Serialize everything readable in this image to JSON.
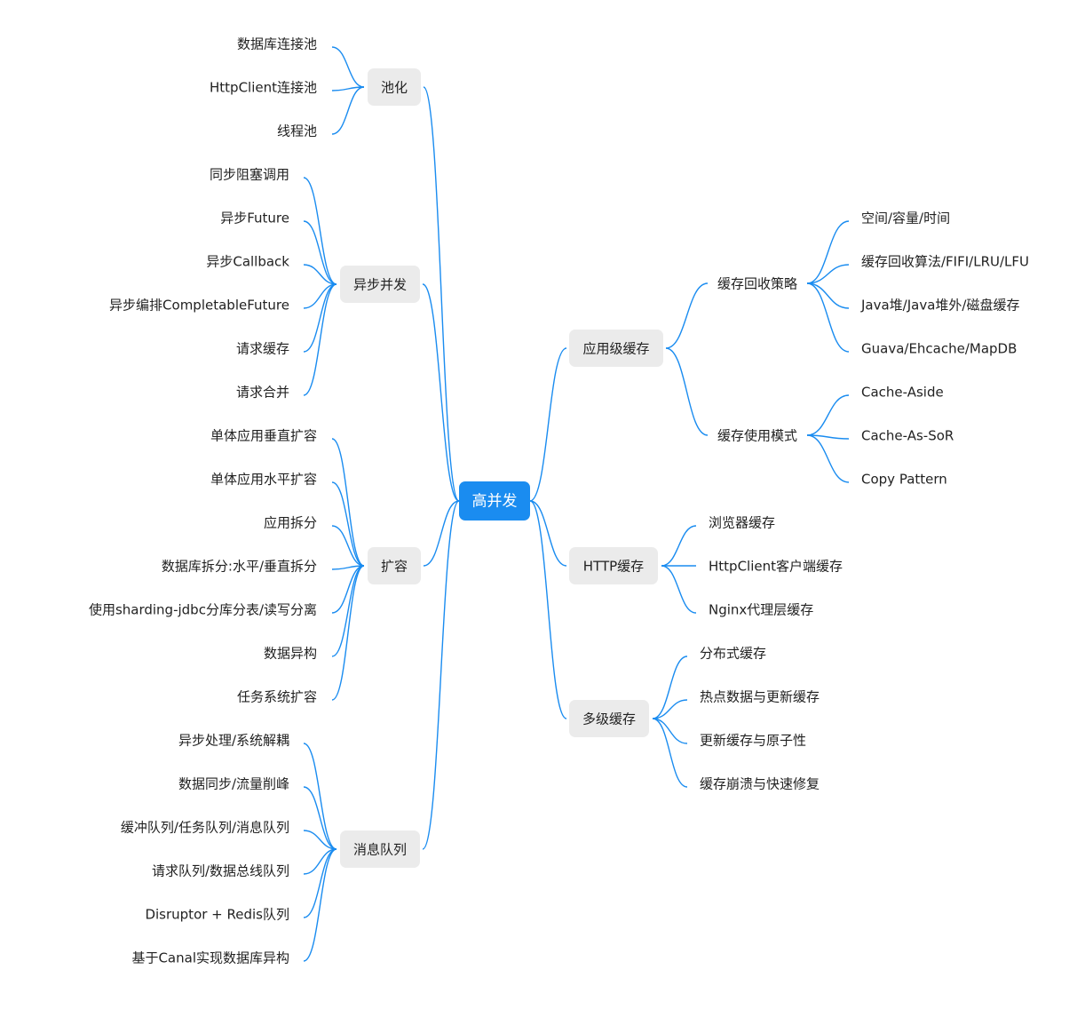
{
  "root": {
    "label": "高并发"
  },
  "left": [
    {
      "label": "池化",
      "children": [
        "数据库连接池",
        "HttpClient连接池",
        "线程池"
      ]
    },
    {
      "label": "异步并发",
      "children": [
        "同步阻塞调用",
        "异步Future",
        "异步Callback",
        "异步编排CompletableFuture",
        "请求缓存",
        "请求合并"
      ]
    },
    {
      "label": "扩容",
      "children": [
        "单体应用垂直扩容",
        "单体应用水平扩容",
        "应用拆分",
        "数据库拆分:水平/垂直拆分",
        "使用sharding-jdbc分库分表/读写分离",
        "数据异构",
        "任务系统扩容"
      ]
    },
    {
      "label": "消息队列",
      "children": [
        "异步处理/系统解耦",
        "数据同步/流量削峰",
        "缓冲队列/任务队列/消息队列",
        "请求队列/数据总线队列",
        "Disruptor + Redis队列",
        "基于Canal实现数据库异构"
      ]
    }
  ],
  "right": [
    {
      "label": "应用级缓存",
      "children": [
        {
          "label": "缓存回收策略",
          "children": [
            "空间/容量/时间",
            "缓存回收算法/FIFI/LRU/LFU",
            "Java堆/Java堆外/磁盘缓存",
            "Guava/Ehcache/MapDB"
          ]
        },
        {
          "label": "缓存使用模式",
          "children": [
            "Cache-Aside",
            "Cache-As-SoR",
            "Copy Pattern"
          ]
        }
      ]
    },
    {
      "label": "HTTP缓存",
      "children": [
        "浏览器缓存",
        "HttpClient客户端缓存",
        "Nginx代理层缓存"
      ]
    },
    {
      "label": "多级缓存",
      "children": [
        "分布式缓存",
        "热点数据与更新缓存",
        "更新缓存与原子性",
        "缓存崩溃与快速修复"
      ]
    }
  ]
}
